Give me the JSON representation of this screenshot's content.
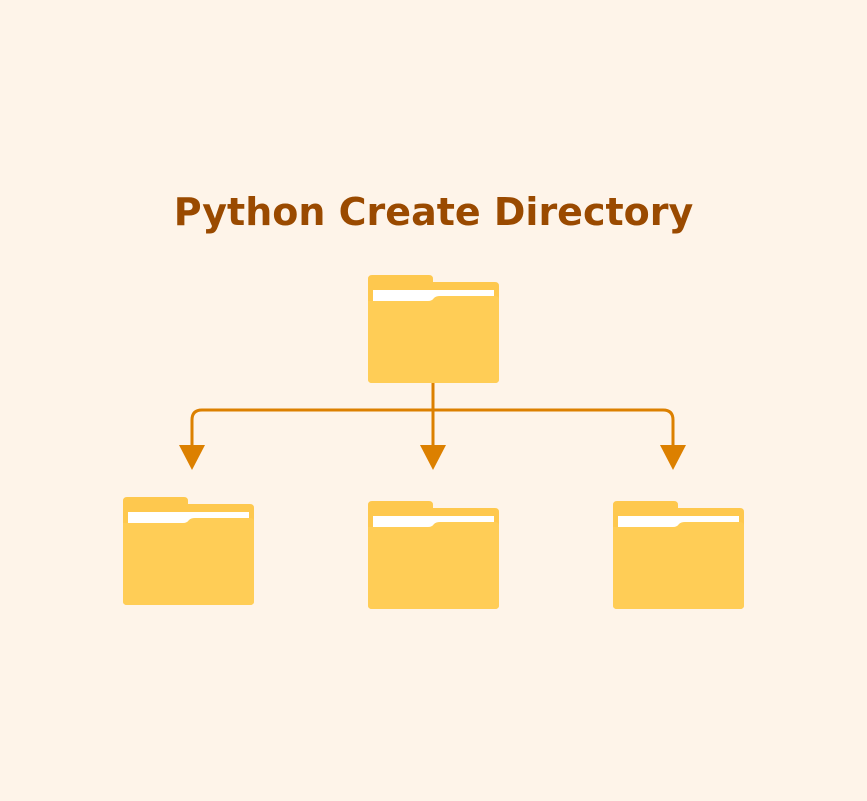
{
  "title": "Python Create Directory",
  "colors": {
    "background": "#fef4e9",
    "title": "#9a4a00",
    "folder_back": "#fec84e",
    "folder_front": "#ffcd56",
    "folder_paper": "#ffffff",
    "connector": "#dc8000"
  },
  "nodes": [
    {
      "name": "parent-folder",
      "icon": "folder-icon"
    },
    {
      "name": "child-folder-left",
      "icon": "folder-icon"
    },
    {
      "name": "child-folder-middle",
      "icon": "folder-icon"
    },
    {
      "name": "child-folder-right",
      "icon": "folder-icon"
    }
  ]
}
